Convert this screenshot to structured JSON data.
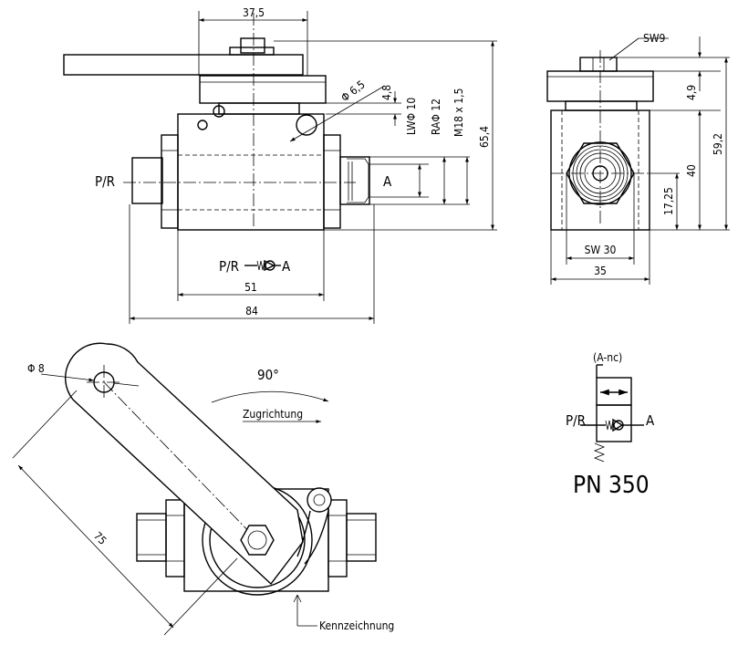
{
  "front_view": {
    "dim_top": "37,5",
    "dim_hole": "Φ 6,5",
    "dim_48": "4,8",
    "dim_lw": "LWΦ 10",
    "dim_ra": "RAΦ 12",
    "dim_thread": "M18 x 1,5",
    "dim_height": "65,4",
    "port_left": "P/R",
    "port_right": "A",
    "symbol_text_left": "P/R",
    "symbol_text_right": "A",
    "dim_51": "51",
    "dim_84": "84"
  },
  "side_view": {
    "sw9": "SW9",
    "dim_49": "4,9",
    "dim_592": "59,2",
    "dim_40": "40",
    "dim_1725": "17,25",
    "sw30": "SW 30",
    "dim_35": "35"
  },
  "top_view": {
    "dim_phi8": "Φ 8",
    "angle": "90°",
    "pull_direction": "Zugrichtung",
    "dim_75": "75",
    "marking": "Kennzeichnung"
  },
  "schematic": {
    "state": "(A-nc)",
    "port_left": "P/R",
    "port_right": "A",
    "pressure": "PN 350"
  }
}
